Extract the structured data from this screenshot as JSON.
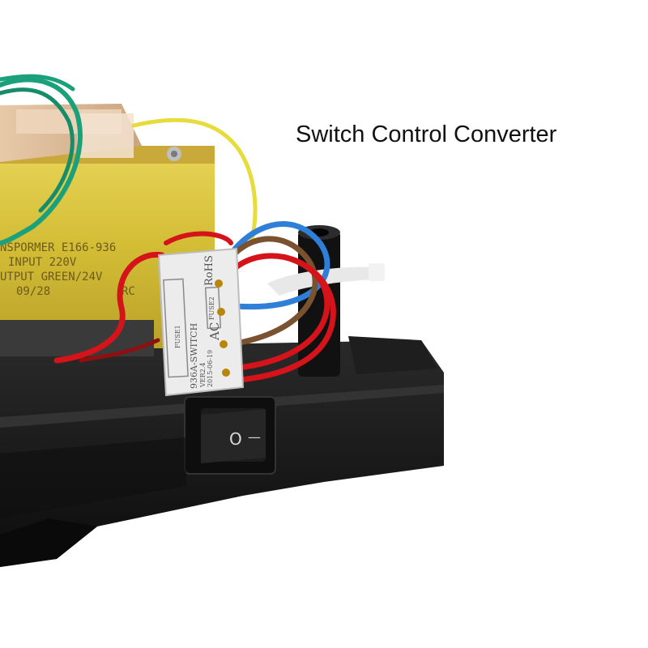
{
  "caption": "Switch Control Converter",
  "transformer_label": {
    "line1": "NSPORMER E166-936",
    "line2": "INPUT 220V",
    "line3": "UTPUT GREEN/24V",
    "line4": "09/28",
    "line5": "RC"
  },
  "board_text": {
    "rohs": "RoHS",
    "fuse2": "FUSE2",
    "ac": "AC",
    "fuse1": "FUSE1",
    "model": "936A-SWITCH",
    "version": "VER2.4",
    "date": "2015-06-19"
  },
  "rocker_switch": {
    "off_symbol": "O",
    "on_symbol": "—"
  },
  "colors": {
    "caption_text": "#111111",
    "transformer": "#d8c23a",
    "housing": "#141414",
    "board": "#ebebeb",
    "wire_red": "#d4141a",
    "wire_blue": "#2f7fd8",
    "wire_brown": "#7a5230",
    "wire_green": "#1aa07a",
    "wire_yellow": "#e6dc3c"
  }
}
